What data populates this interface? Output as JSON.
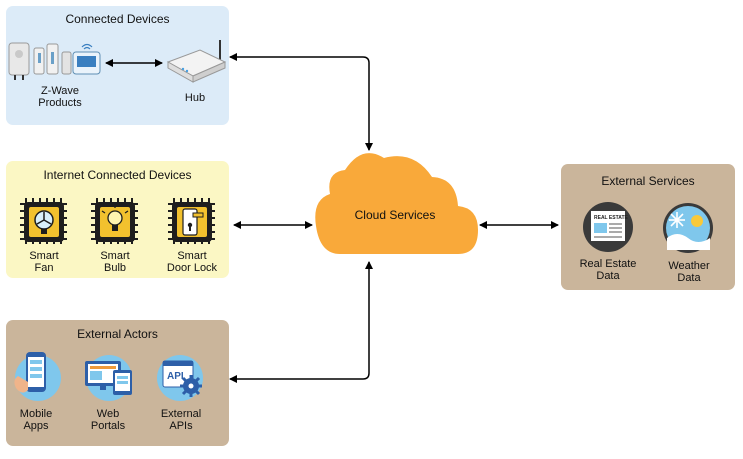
{
  "colors": {
    "connected_panel": "#dcebf8",
    "internet_panel": "#fbf7c4",
    "actors_panel": "#cab59b",
    "services_panel": "#cab59b",
    "cloud": "#f9a93a",
    "arrow": "#000000",
    "chip": "#1e1e1e",
    "chip_accent": "#f2c12e",
    "circle_blue": "#7fc7ec"
  },
  "connected_devices": {
    "title": "Connected Devices",
    "zwave_label": "Z-Wave\nProducts",
    "hub_label": "Hub",
    "icons": [
      "zwave-products-icon",
      "hub-router-icon"
    ]
  },
  "internet_devices": {
    "title": "Internet Connected Devices",
    "items": [
      {
        "label": "Smart\nFan",
        "icon": "fan-chip-icon"
      },
      {
        "label": "Smart\nBulb",
        "icon": "bulb-chip-icon"
      },
      {
        "label": "Smart\nDoor Lock",
        "icon": "door-lock-chip-icon"
      }
    ]
  },
  "external_actors": {
    "title": "External Actors",
    "items": [
      {
        "label": "Mobile\nApps",
        "icon": "mobile-phone-icon"
      },
      {
        "label": "Web\nPortals",
        "icon": "web-portal-icon"
      },
      {
        "label": "External\nAPIs",
        "icon": "api-gear-icon"
      }
    ],
    "api_badge": "API"
  },
  "cloud": {
    "label": "Cloud Services",
    "icon": "cloud-icon"
  },
  "external_services": {
    "title": "External Services",
    "items": [
      {
        "label": "Real Estate\nData",
        "icon": "real-estate-news-icon"
      },
      {
        "label": "Weather\nData",
        "icon": "weather-icon"
      }
    ],
    "real_estate_badge": "REAL ESTATE"
  }
}
